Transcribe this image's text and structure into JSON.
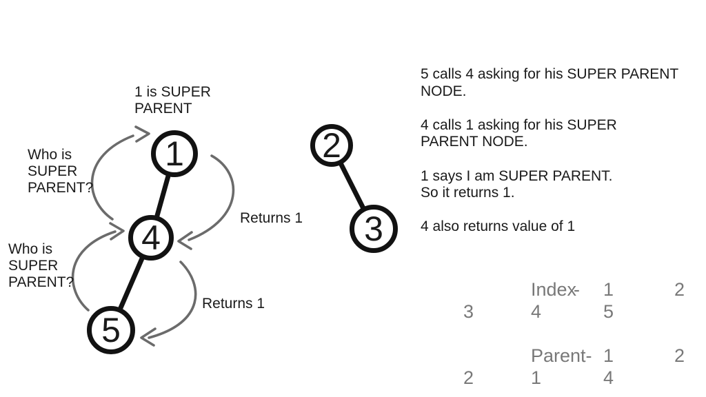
{
  "nodes": {
    "n1": "1",
    "n2": "2",
    "n3": "3",
    "n4": "4",
    "n5": "5"
  },
  "labels": {
    "super_parent_claim": "1 is SUPER PARENT",
    "who_is_super_parent_1": "Who is SUPER PARENT?",
    "who_is_super_parent_2": "Who is SUPER PARENT?",
    "returns_1_top": "Returns 1",
    "returns_1_bottom": "Returns 1"
  },
  "explanation": {
    "text": "5 calls 4 asking for his SUPER PARENT\nNODE.\n\n4 calls 1 asking for his SUPER\nPARENT NODE.\n\n1 says I am SUPER PARENT.\nSo it returns 1.\n\n4 also returns value of 1"
  },
  "mapping_table": {
    "index_label": "Index",
    "index_dash": "-",
    "index_values": [
      "1",
      "2",
      "3",
      "4",
      "5"
    ],
    "parent_label": "Parent-",
    "parent_values": [
      "1",
      "2",
      "2",
      "1",
      "4"
    ]
  },
  "colors": {
    "ink": "#1a1a1a",
    "node_stroke": "#121212",
    "arrow_gray": "#6b6b6b",
    "table_gray": "#787878",
    "background": "#ffffff"
  }
}
